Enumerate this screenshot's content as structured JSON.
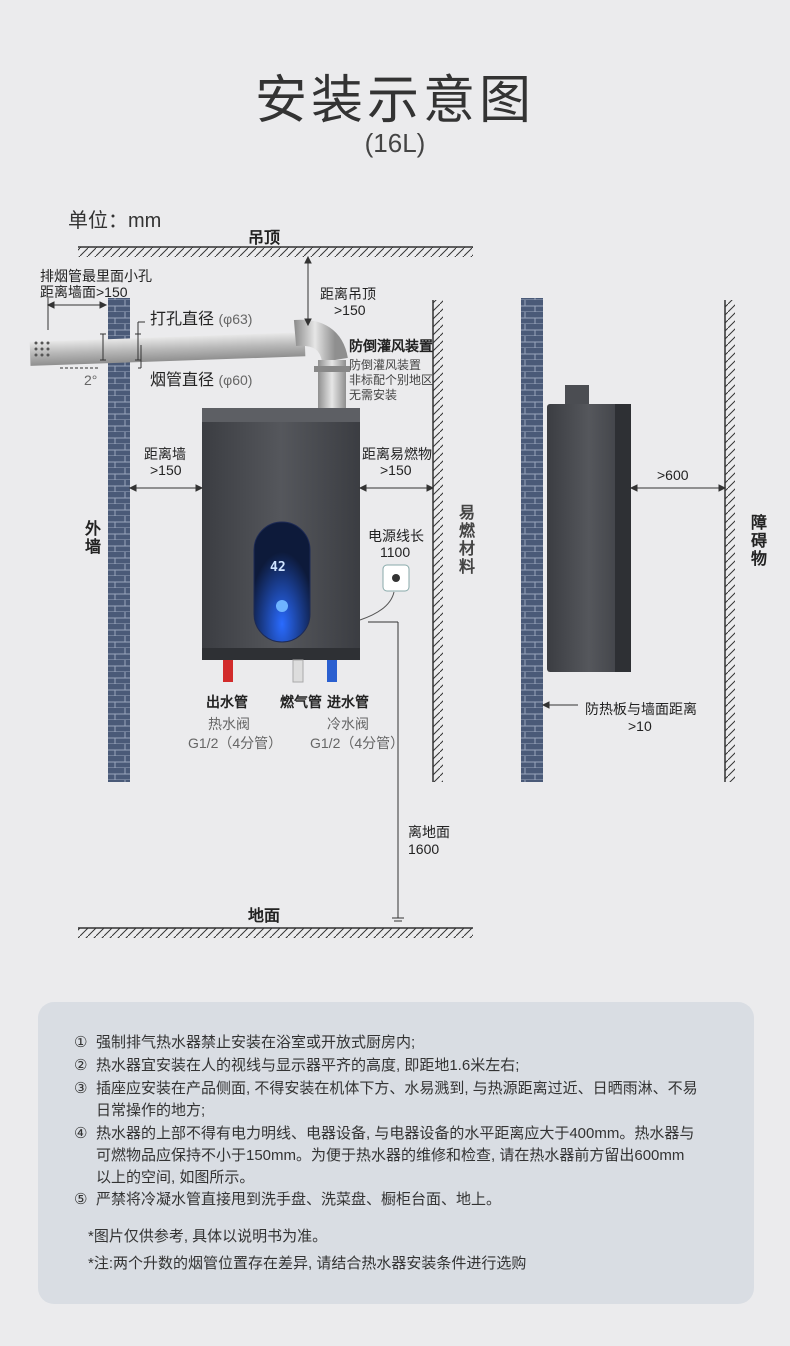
{
  "header": {
    "title": "安装示意图",
    "subtitle": "(16L)",
    "unit": "单位：mm"
  },
  "diagram": {
    "ceiling": "吊顶",
    "floor": "地面",
    "outer_wall": "外墙",
    "flammable": "易燃材料",
    "obstacle": "障碍物",
    "exhaust_hole_line1": "排烟管最里面小孔",
    "exhaust_hole_line2": "距离墙面>150",
    "hole_diameter_label": "打孔直径",
    "hole_diameter_value": "(φ63)",
    "flue_diameter_label": "烟管直径",
    "flue_diameter_value": "(φ60)",
    "angle": "2°",
    "dist_ceiling_label": "距离吊顶",
    "dist_ceiling_value": ">150",
    "backflow_title": "防倒灌风装置",
    "backflow_line1": "防倒灌风装置",
    "backflow_line2": "非标配个别地区",
    "backflow_line3": "无需安装",
    "dist_wall_label": "距离墙",
    "dist_wall_value": ">150",
    "dist_flammable_label": "距离易燃物",
    "dist_flammable_value": ">150",
    "power_cord_label": "电源线长",
    "power_cord_value": "1100",
    "display_temp": "42",
    "outlet_label": "出水管",
    "outlet_valve": "热水阀",
    "outlet_spec": "G1/2（4分管）",
    "gas_label": "燃气管",
    "inlet_label": "进水管",
    "inlet_valve": "冷水阀",
    "inlet_spec": "G1/2（4分管）",
    "floor_dist_label": "离地面",
    "floor_dist_value": "1600",
    "front_dist": ">600",
    "heatshield_label": "防热板与墙面距离",
    "heatshield_value": ">10"
  },
  "notes": [
    {
      "n": "①",
      "text": "强制排气热水器禁止安装在浴室或开放式厨房内;"
    },
    {
      "n": "②",
      "text": "热水器宜安装在人的视线与显示器平齐的高度, 即距地1.6米左右;"
    },
    {
      "n": "③",
      "text": "插座应安装在产品侧面, 不得安装在机体下方、水易溅到, 与热源距离过近、日晒雨淋、不易",
      "cont": "日常操作的地方;"
    },
    {
      "n": "④",
      "text": "热水器的上部不得有电力明线、电器设备, 与电器设备的水平距离应大于400mm。热水器与",
      "cont": "可燃物品应保持不小于150mm。为便于热水器的维修和检查, 请在热水器前方留出600mm",
      "cont2": "以上的空间, 如图所示。"
    },
    {
      "n": "⑤",
      "text": "严禁将冷凝水管直接甩到洗手盘、洗菜盘、橱柜台面、地上。"
    }
  ],
  "footnotes": [
    "*图片仅供参考, 具体以说明书为准。",
    "*注:两个升数的烟管位置存在差异, 请结合热水器安装条件进行选购"
  ],
  "colors": {
    "brick": "#4a5a78",
    "heater": "#4b4d52",
    "panel": "#0d1a3a",
    "hot_pipe": "#d22b2b",
    "cold_pipe": "#2a5fd0"
  }
}
